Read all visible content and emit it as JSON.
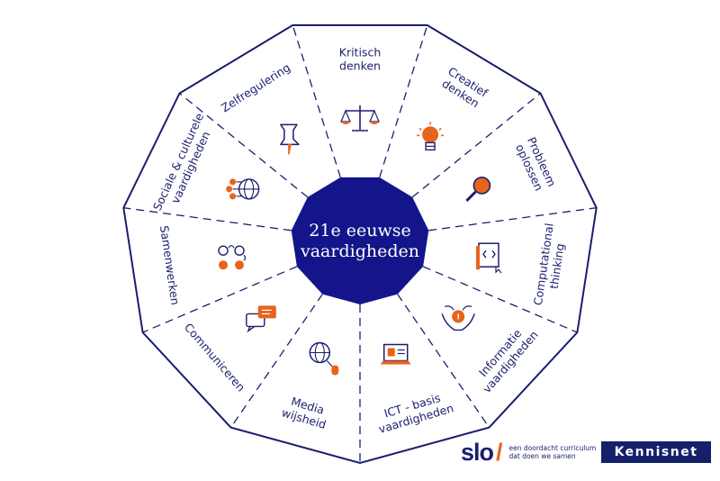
{
  "center": {
    "line1": "21e eeuwse",
    "line2": "vaardigheden"
  },
  "segments": [
    {
      "lines": [
        "Kritisch",
        "denken"
      ],
      "icon": "scale-icon"
    },
    {
      "lines": [
        "Creatief",
        "denken"
      ],
      "icon": "lightbulb-icon"
    },
    {
      "lines": [
        "Probleem",
        "oplossen"
      ],
      "icon": "magnifier-icon"
    },
    {
      "lines": [
        "Computational",
        "thinking"
      ],
      "icon": "code-book-icon"
    },
    {
      "lines": [
        "Informatie",
        "vaardigheden"
      ],
      "icon": "hands-info-icon"
    },
    {
      "lines": [
        "ICT - basis",
        "vaardigheden"
      ],
      "icon": "laptop-icon"
    },
    {
      "lines": [
        "Media",
        "wijsheid"
      ],
      "icon": "globe-mouse-icon"
    },
    {
      "lines": [
        "Communiceren"
      ],
      "icon": "speech-bubbles-icon"
    },
    {
      "lines": [
        "Samenwerken"
      ],
      "icon": "collaboration-icon"
    },
    {
      "lines": [
        "Sociale & culturele",
        "vaardigheden"
      ],
      "icon": "people-globe-icon"
    },
    {
      "lines": [
        "Zelfregulering"
      ],
      "icon": "pushpin-icon"
    }
  ],
  "logos": {
    "slo": {
      "word": "slo",
      "tagline1": "een doordacht curriculum",
      "tagline2_prefix": "dat doen we ",
      "tagline2_em": "samen"
    },
    "kennisnet": "Kennisnet"
  },
  "colors": {
    "navy": "#1b1f6e",
    "orange": "#e8631b",
    "center": "#14158a",
    "kennisnet_bg": "#15206b"
  }
}
